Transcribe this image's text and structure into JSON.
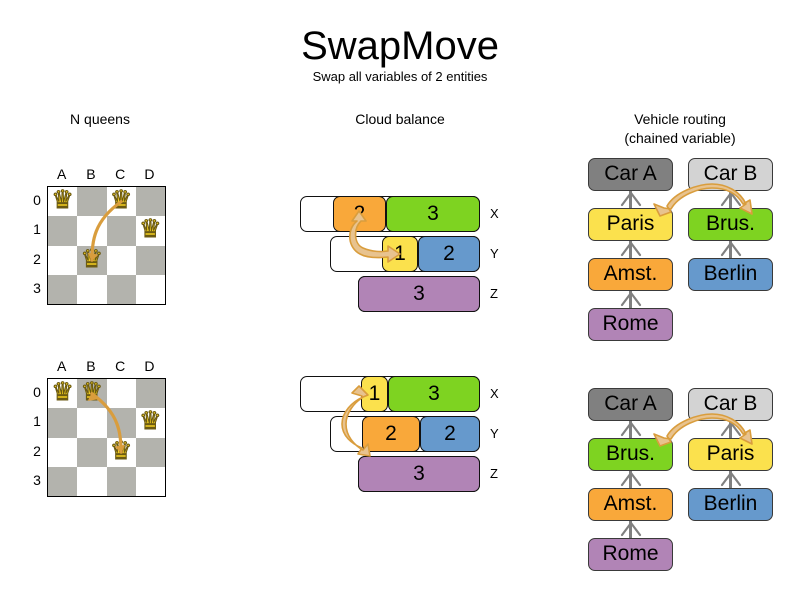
{
  "header": {
    "title": "SwapMove",
    "subtitle": "Swap all variables of 2 entities"
  },
  "sections": {
    "nqueens": {
      "heading": "N queens"
    },
    "cloud": {
      "heading": "Cloud balance"
    },
    "vrp": {
      "heading_line1": "Vehicle routing",
      "heading_line2": "(chained variable)"
    }
  },
  "colors": {
    "orange": "#f9a83a",
    "green": "#7ed321",
    "green_alt": "#7ed321",
    "yellow": "#fbe14d",
    "blue": "#6699cc",
    "purple": "#b184b6",
    "car_a_gray": "#808080",
    "car_b_gray": "#d3d3d3",
    "board_dark": "#b3b3ad",
    "board_light": "#ffffff",
    "queen": "#f5d020",
    "arrow_fill": "#e8c38f",
    "arrow_stroke": "#d99d3d",
    "link_gray": "#808080"
  },
  "nqueens": {
    "column_labels": [
      "A",
      "B",
      "C",
      "D"
    ],
    "row_labels": [
      "0",
      "1",
      "2",
      "3"
    ],
    "queen_glyph": "♛",
    "before": {
      "queens": [
        {
          "col": 0,
          "row": 0
        },
        {
          "col": 2,
          "row": 0
        },
        {
          "col": 3,
          "row": 1
        },
        {
          "col": 1,
          "row": 2
        }
      ],
      "move_arrow": {
        "from_col": 2,
        "from_row": 0,
        "to_col": 1,
        "to_row": 2,
        "double_headed": false
      }
    },
    "after": {
      "queens": [
        {
          "col": 0,
          "row": 0
        },
        {
          "col": 1,
          "row": 0
        },
        {
          "col": 3,
          "row": 1
        },
        {
          "col": 2,
          "row": 2
        }
      ],
      "move_arrow": {
        "from_col": 1,
        "from_row": 0,
        "to_col": 2,
        "to_row": 2,
        "double_headed": true
      }
    }
  },
  "cloud_balance": {
    "before": {
      "rows": [
        {
          "label": "X",
          "segments": [
            {
              "value": "2",
              "color": "#f9a83a"
            },
            {
              "value": "3",
              "color": "#7ed321"
            }
          ]
        },
        {
          "label": "Y",
          "segments": [
            {
              "value": "1",
              "color": "#fbe14d"
            },
            {
              "value": "2",
              "color": "#6699cc"
            }
          ]
        },
        {
          "label": "Z",
          "segments": [
            {
              "value": "3",
              "color": "#b184b6"
            }
          ]
        }
      ]
    },
    "after": {
      "rows": [
        {
          "label": "X",
          "segments": [
            {
              "value": "1",
              "color": "#fbe14d"
            },
            {
              "value": "3",
              "color": "#7ed321"
            }
          ]
        },
        {
          "label": "Y",
          "segments": [
            {
              "value": "2",
              "color": "#f9a83a"
            },
            {
              "value": "2",
              "color": "#6699cc"
            }
          ]
        },
        {
          "label": "Z",
          "segments": [
            {
              "value": "3",
              "color": "#b184b6"
            }
          ]
        }
      ]
    }
  },
  "vehicle_routing": {
    "before": {
      "car_a": {
        "label": "Car A",
        "color": "#808080"
      },
      "car_b": {
        "label": "Car B",
        "color": "#d3d3d3"
      },
      "chain_a": [
        {
          "label": "Paris",
          "color": "#fbe14d"
        },
        {
          "label": "Amst.",
          "color": "#f9a83a"
        },
        {
          "label": "Rome",
          "color": "#b184b6"
        }
      ],
      "chain_b": [
        {
          "label": "Brus.",
          "color": "#7ed321"
        },
        {
          "label": "Berlin",
          "color": "#6699cc"
        }
      ]
    },
    "after": {
      "car_a": {
        "label": "Car A",
        "color": "#808080"
      },
      "car_b": {
        "label": "Car B",
        "color": "#d3d3d3"
      },
      "chain_a": [
        {
          "label": "Brus.",
          "color": "#7ed321"
        },
        {
          "label": "Amst.",
          "color": "#f9a83a"
        },
        {
          "label": "Rome",
          "color": "#b184b6"
        }
      ],
      "chain_b": [
        {
          "label": "Paris",
          "color": "#fbe14d"
        },
        {
          "label": "Berlin",
          "color": "#6699cc"
        }
      ]
    }
  }
}
